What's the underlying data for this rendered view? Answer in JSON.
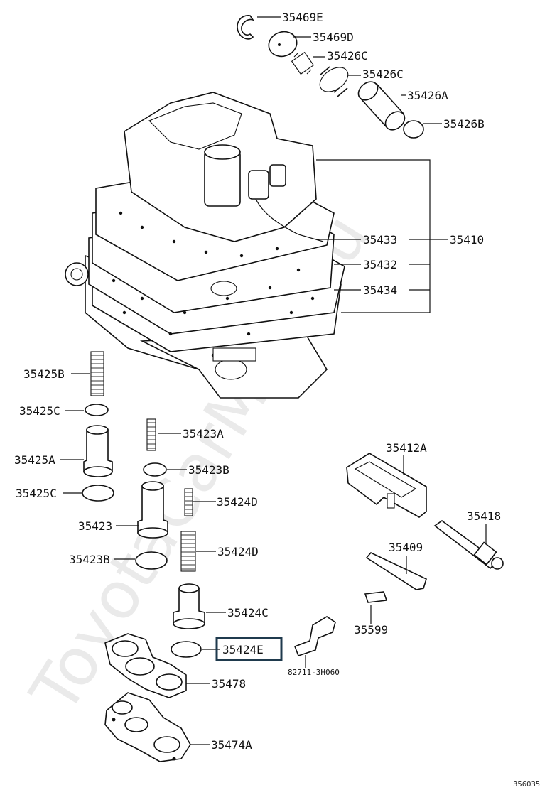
{
  "diagram": {
    "watermark": "ToyotaCarMine.ru",
    "corner_code": "356035",
    "highlighted_part": "35424E",
    "labels": {
      "p35469E": "35469E",
      "p35469D": "35469D",
      "p35426C_a": "35426C",
      "p35426C_b": "35426C",
      "p35426A": "35426A",
      "p35426B": "35426B",
      "p35433": "35433",
      "p35410": "35410",
      "p35432": "35432",
      "p35434": "35434",
      "p35425B": "35425B",
      "p35425C_a": "35425C",
      "p35425A": "35425A",
      "p35425C_b": "35425C",
      "p35423A": "35423A",
      "p35423B_a": "35423B",
      "p35424D_a": "35424D",
      "p35423": "35423",
      "p35424D_b": "35424D",
      "p35423B_b": "35423B",
      "p35424C": "35424C",
      "p35424E": "35424E",
      "p35478": "35478",
      "p35474A": "35474A",
      "p35412A": "35412A",
      "p35418": "35418",
      "p35409": "35409",
      "p35599": "35599",
      "p82711": "82711-3H060"
    }
  }
}
